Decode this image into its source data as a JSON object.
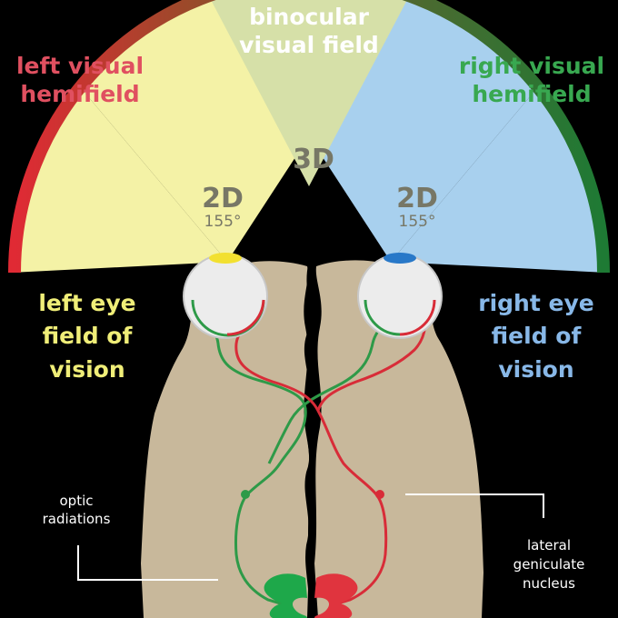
{
  "labels": {
    "binocular_line1": "binocular",
    "binocular_line2": "visual field",
    "left_hemi_line1": "left visual",
    "left_hemi_line2": "hemifield",
    "right_hemi_line1": "right visual",
    "right_hemi_line2": "hemifield",
    "zone_3d": "3D",
    "zone_left_2d": "2D",
    "zone_left_deg": "155°",
    "zone_right_2d": "2D",
    "zone_right_deg": "155°",
    "left_eye_line1": "left eye",
    "left_eye_line2": "field of",
    "left_eye_line3": "vision",
    "right_eye_line1": "right eye",
    "right_eye_line2": "field of",
    "right_eye_line3": "vision",
    "optic_line1": "optic",
    "optic_line2": "radiations",
    "lgn_line1": "lateral",
    "lgn_line2": "geniculate",
    "lgn_line3": "nucleus"
  },
  "colors": {
    "background": "#000000",
    "brain": "#c8b89b",
    "left_field": "#f4f2a6",
    "right_field": "#a8d0ee",
    "overlap_field": "#d6e0a8",
    "left_hemifield": "#e05060",
    "right_hemifield": "#38a850",
    "left_eye_text": "#f0ee78",
    "right_eye_text": "#88b8e8",
    "white_text": "#ffffff",
    "zone_text": "#777766",
    "left_pathway": "#2e9a48",
    "right_pathway": "#d82c38",
    "left_pupil": "#f2e030",
    "right_pupil": "#2878c8"
  }
}
